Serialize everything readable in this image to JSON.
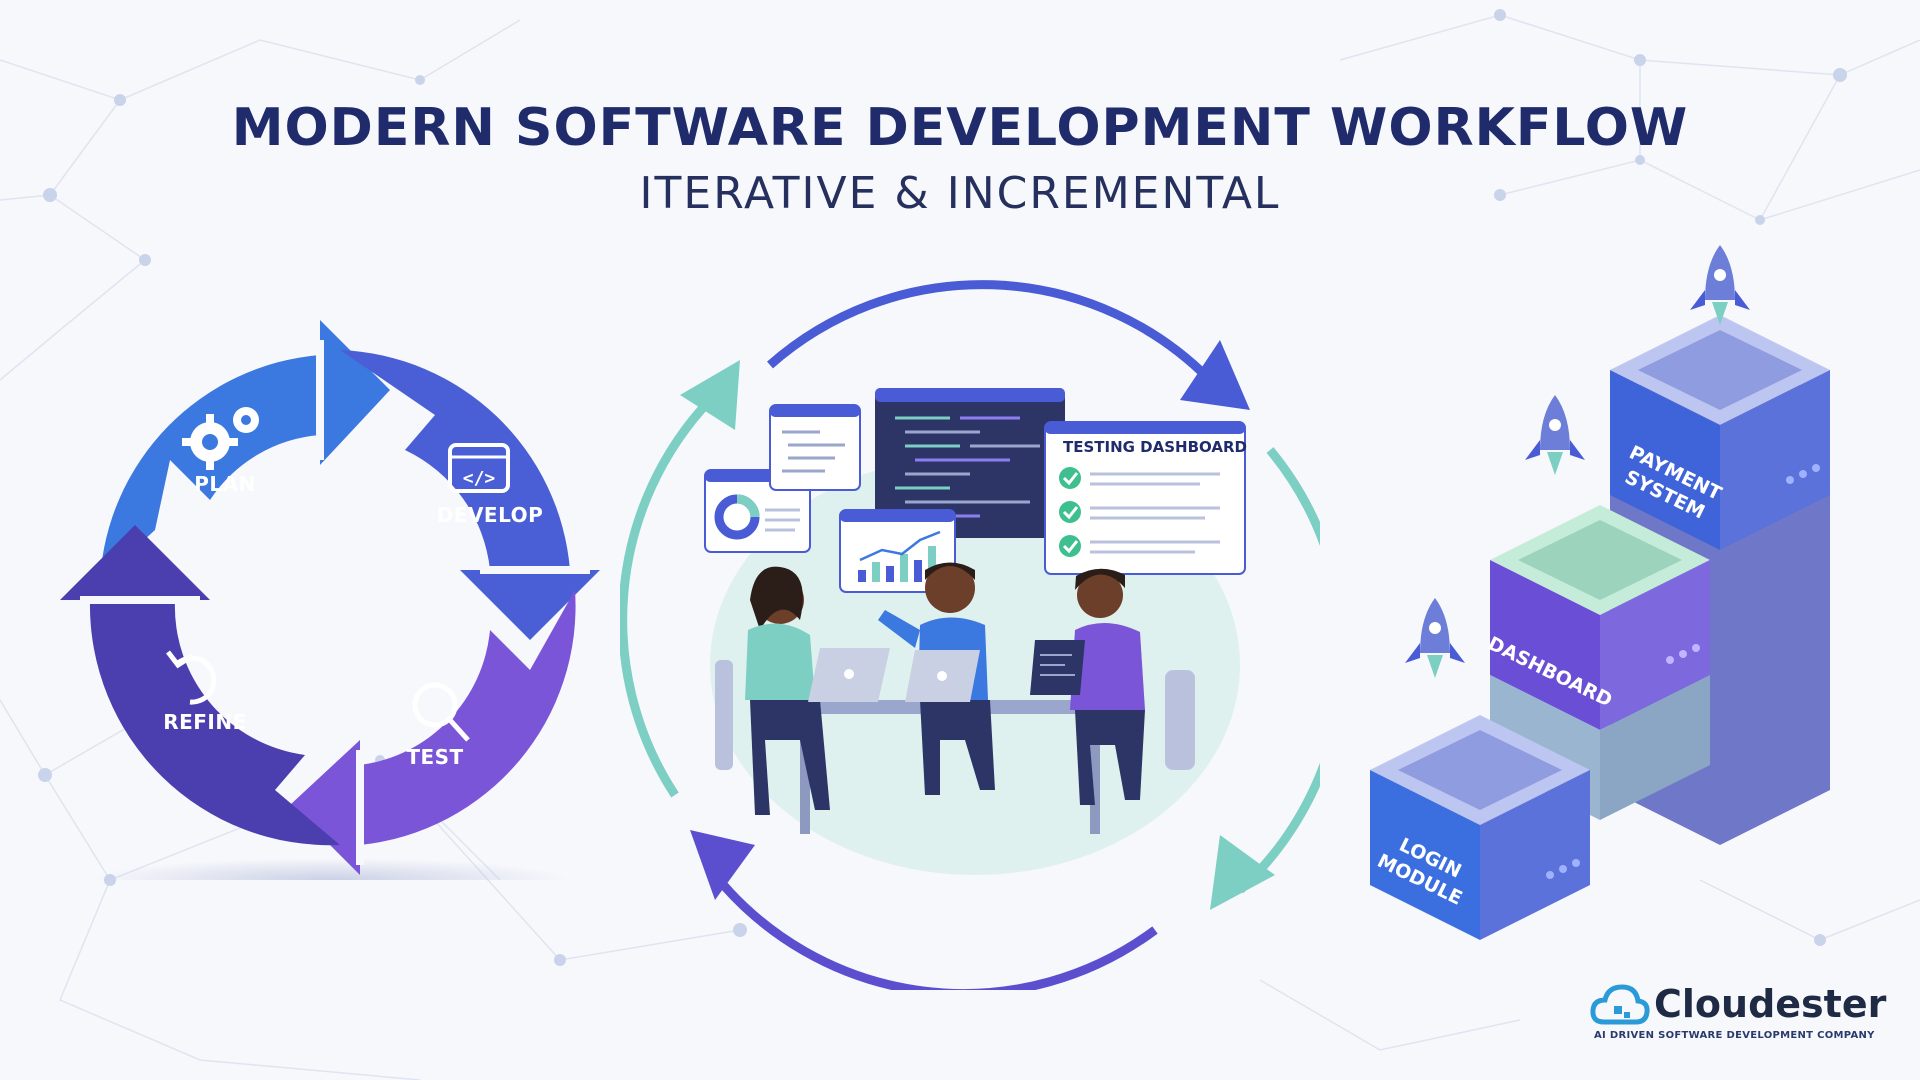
{
  "header": {
    "title": "MODERN SOFTWARE DEVELOPMENT WORKFLOW",
    "subtitle": "ITERATIVE & INCREMENTAL"
  },
  "cycle": {
    "stages": [
      {
        "label": "PLAN",
        "icon": "gears-icon",
        "color": "#3b78e0"
      },
      {
        "label": "DEVELOP",
        "icon": "code-window-icon",
        "color": "#4a5fd6"
      },
      {
        "label": "TEST",
        "icon": "magnifier-icon",
        "color": "#7a55d8"
      },
      {
        "label": "REFINE",
        "icon": "undo-arrow-icon",
        "color": "#4b3fb0"
      }
    ]
  },
  "team_scene": {
    "dashboard_title": "TESTING DASHBOARD",
    "arrow_colors": {
      "blue": "#4a5bd6",
      "teal": "#7dcfc4"
    }
  },
  "stack": {
    "blocks": [
      {
        "label": "LOGIN MODULE",
        "color": "#3b6fe0"
      },
      {
        "label": "DASHBOARD",
        "color": "#6a4fd6"
      },
      {
        "label": "PAYMENT SYSTEM",
        "color": "#3f63d8"
      }
    ]
  },
  "brand": {
    "name": "Cloudester",
    "tagline": "AI DRIVEN SOFTWARE DEVELOPMENT COMPANY",
    "color": "#2a9bd8"
  }
}
